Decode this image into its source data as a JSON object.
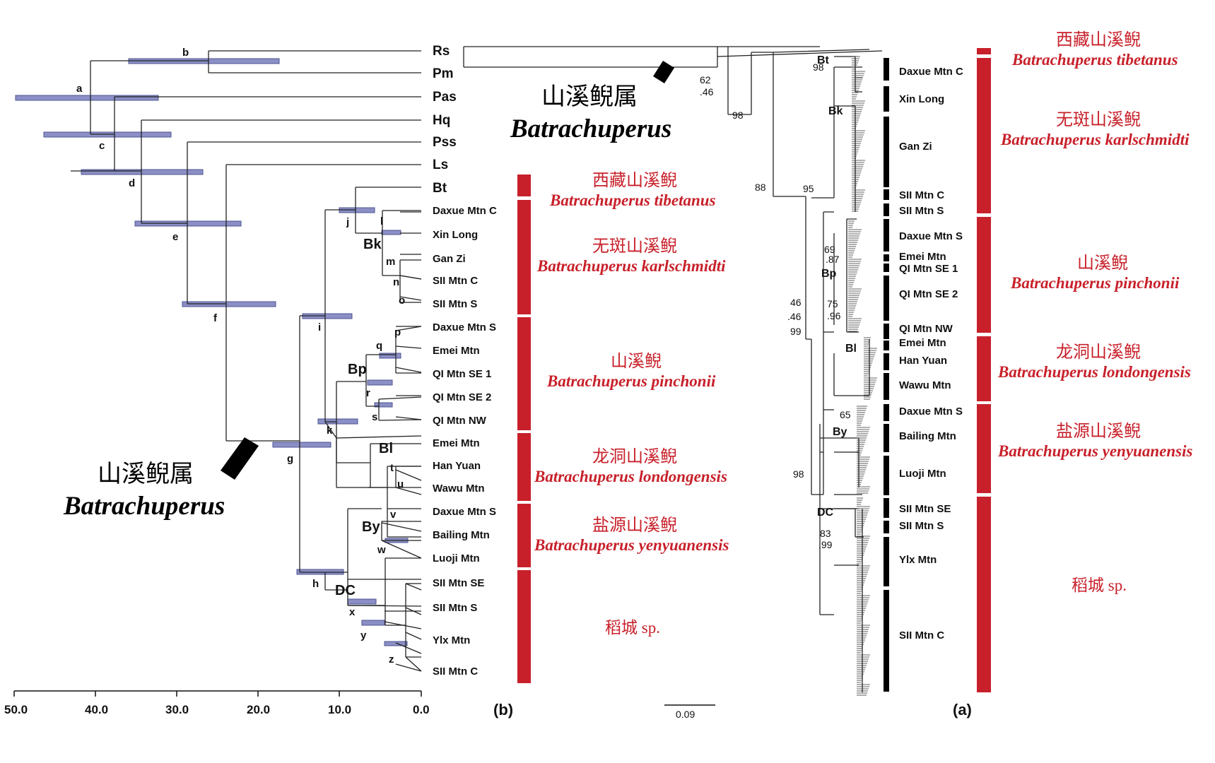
{
  "left_tree": {
    "outgroup_tips": [
      "Rs",
      "Pm",
      "Pas",
      "Hq",
      "Pss",
      "Ls"
    ],
    "ingroup_tips": [
      "Bt",
      "Daxue Mtn C",
      "Xin Long",
      "Gan Zi",
      "SII Mtn C",
      "SII Mtn S",
      "Daxue Mtn S",
      "Emei Mtn",
      "QI Mtn SE 1",
      "QI Mtn SE 2",
      "QI Mtn NW",
      "Emei Mtn",
      "Han Yuan",
      "Wawu Mtn",
      "Daxue Mtn S",
      "Bailing Mtn",
      "Luoji Mtn",
      "SII Mtn SE",
      "SII Mtn S",
      "Ylx Mtn",
      "SII Mtn C"
    ],
    "node_labels": [
      "a",
      "b",
      "c",
      "d",
      "e",
      "f",
      "g",
      "h",
      "i",
      "j",
      "k",
      "l",
      "m",
      "n",
      "o",
      "p",
      "q",
      "r",
      "s",
      "t",
      "u",
      "v",
      "w",
      "x",
      "y",
      "z"
    ],
    "clade_labels": [
      "Bk",
      "Bp",
      "Bl",
      "By",
      "DC"
    ],
    "axis_ticks": [
      "50.0",
      "40.0",
      "30.0",
      "20.0",
      "10.0",
      "0.0"
    ],
    "panel_label": "(b)"
  },
  "right_tree": {
    "tips": [
      "Daxue Mtn C",
      "Xin Long",
      "Gan Zi",
      "SII Mtn C",
      "SII Mtn S",
      "Daxue Mtn S",
      "Emei Mtn",
      "QI Mtn SE 1",
      "QI Mtn SE 2",
      "QI Mtn NW",
      "Emei Mtn",
      "Han Yuan",
      "Wawu Mtn",
      "Daxue Mtn S",
      "Bailing Mtn",
      "Luoji Mtn",
      "SII Mtn SE",
      "SII Mtn S",
      "Ylx Mtn",
      "SII Mtn C"
    ],
    "clade_labels": [
      "Bt",
      "Bk",
      "Bp",
      "Bl",
      "By",
      "DC"
    ],
    "support_values": [
      "62",
      ".46",
      "98",
      "88",
      "95",
      "98",
      "69",
      ".87",
      "46",
      ".46",
      "75",
      ".96",
      "99",
      "65",
      "98",
      "83",
      ".99"
    ],
    "scale_bar": "0.09",
    "panel_label": "(a)"
  },
  "species": [
    {
      "zh": "西藏山溪鲵",
      "latin": "Batrachuperus tibetanus"
    },
    {
      "zh": "无斑山溪鲵",
      "latin": "Batrachuperus karlschmidti"
    },
    {
      "zh": "山溪鲵",
      "latin": "Batrachuperus pinchonii"
    },
    {
      "zh": "龙洞山溪鲵",
      "latin": "Batrachuperus londongensis"
    },
    {
      "zh": "盐源山溪鲵",
      "latin": "Batrachuperus yenyuanensis"
    },
    {
      "zh": "稻城 sp.",
      "latin": ""
    }
  ],
  "genus": {
    "zh": "山溪鲵属",
    "latin": "Batrachuperus"
  },
  "colors": {
    "species_bar": "#c8202a",
    "hpd_bar": "#8b8fc6",
    "clade_bar": "#000000"
  }
}
